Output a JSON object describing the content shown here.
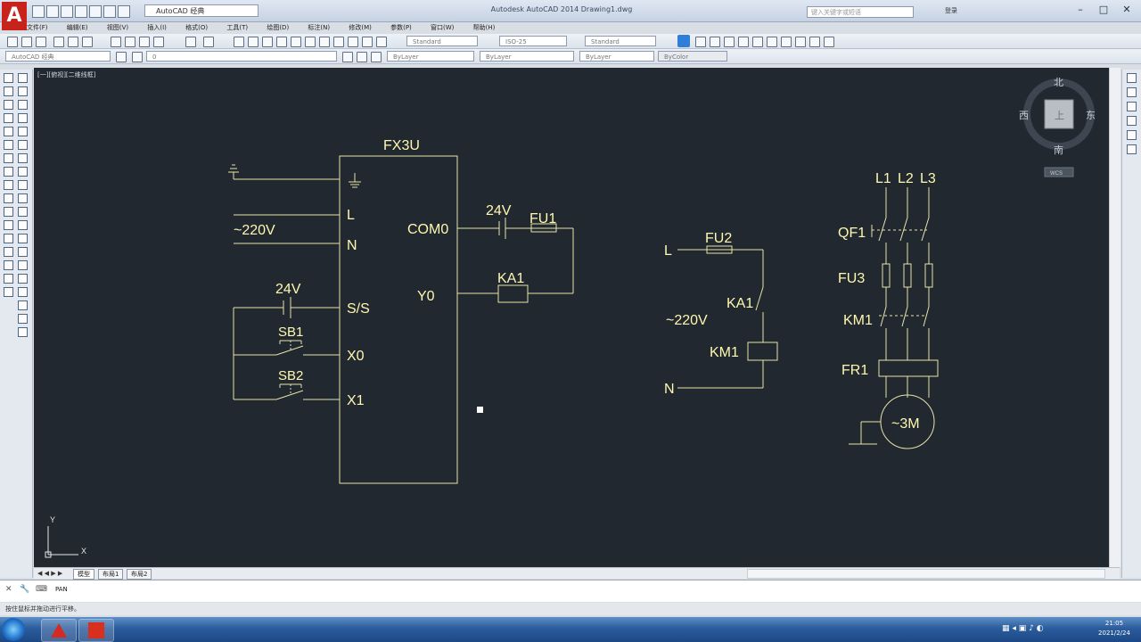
{
  "app": {
    "title": "Autodesk AutoCAD 2014    Drawing1.dwg",
    "workspace": "AutoCAD 经典",
    "search_placeholder": "键入关键字或短语",
    "user": "登录",
    "logo": "A"
  },
  "menu": [
    "文件(F)",
    "编辑(E)",
    "视图(V)",
    "插入(I)",
    "格式(O)",
    "工具(T)",
    "绘图(D)",
    "标注(N)",
    "修改(M)",
    "参数(P)",
    "窗口(W)",
    "帮助(H)"
  ],
  "toolbar": {
    "text_style": "Standard",
    "dim_style": "ISO-25",
    "table_style": "Standard",
    "workspace_combo": "AutoCAD 经典",
    "layer": "0",
    "color": "ByLayer",
    "linetype": "ByLayer",
    "lineweight": "ByLayer",
    "plotstyle": "ByColor"
  },
  "viewport_label": "[一][俯视][二维线框]",
  "viewcube": {
    "north": "北",
    "south": "南",
    "east": "东",
    "west": "西",
    "face": "上",
    "wcs": "WCS"
  },
  "ucs": {
    "x": "X",
    "y": "Y"
  },
  "drawing": {
    "plc_model": "FX3U",
    "ground_symbol": "⏚",
    "pin_L": "L",
    "pin_N": "N",
    "supply": "~220V",
    "ss_voltage": "24V",
    "pin_SS": "S/S",
    "sb1": "SB1",
    "pin_X0": "X0",
    "sb2": "SB2",
    "pin_X1": "X1",
    "com0": "COM0",
    "com_voltage": "24V",
    "fu1": "FU1",
    "y0": "Y0",
    "ka1": "KA1",
    "ctrl_L": "L",
    "fu2": "FU2",
    "ctrl_ka1": "KA1",
    "ctrl_supply": "~220V",
    "km1": "KM1",
    "ctrl_N": "N",
    "l1": "L1",
    "l2": "L2",
    "l3": "L3",
    "qf1": "QF1",
    "fu3": "FU3",
    "main_km1": "KM1",
    "fr1": "FR1",
    "motor": "~3M"
  },
  "tabs": [
    "模型",
    "布局1",
    "布局2"
  ],
  "command": {
    "prompt": "PAN",
    "history": "按住鼠标并拖动进行平移。"
  },
  "clock": {
    "time": "21:05",
    "date": "2021/2/24"
  },
  "colors": {
    "canvas": "#212830",
    "wire": "#e8e4a8",
    "text": "#fff8b0"
  }
}
